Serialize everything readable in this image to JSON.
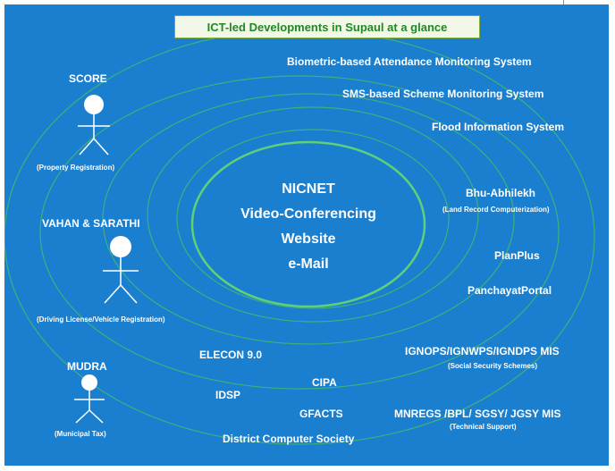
{
  "title": "ICT-led Developments in Supaul at a glance",
  "center_items": [
    "NICNET",
    "Video-Conferencing",
    "Website",
    "e-Mail"
  ],
  "actors": [
    {
      "name": "SCORE",
      "caption": "(Property Registration)"
    },
    {
      "name": "VAHAN & SARATHI",
      "caption": "(Driving License/Vehicle Registration)"
    },
    {
      "name": "MUDRA",
      "caption": "(Municipal Tax)"
    }
  ],
  "systems": {
    "biometric": "Biometric-based Attendance Monitoring System",
    "sms": "SMS-based Scheme Monitoring System",
    "flood": "Flood Information System",
    "bhu": "Bhu-Abhilekh",
    "bhu_sub": "(Land Record Computerization)",
    "planplus": "PlanPlus",
    "panchayat": "PanchayatPortal",
    "ignops": "IGNOPS/IGNWPS/IGNDPS MIS",
    "ignops_sub": "(Social Security Schemes)",
    "mnregs": "MNREGS /BPL/ SGSY/ JGSY MIS",
    "mnregs_sub": "(Technical Support)",
    "elecon": "ELECON 9.0",
    "idsp": "IDSP",
    "cipa": "CIPA",
    "gfacts": "GFACTS",
    "dcs": "District Computer Society"
  },
  "colors": {
    "background": "#1b7fcf",
    "ring": "#39b56a",
    "title_text": "#1f8a1f"
  }
}
